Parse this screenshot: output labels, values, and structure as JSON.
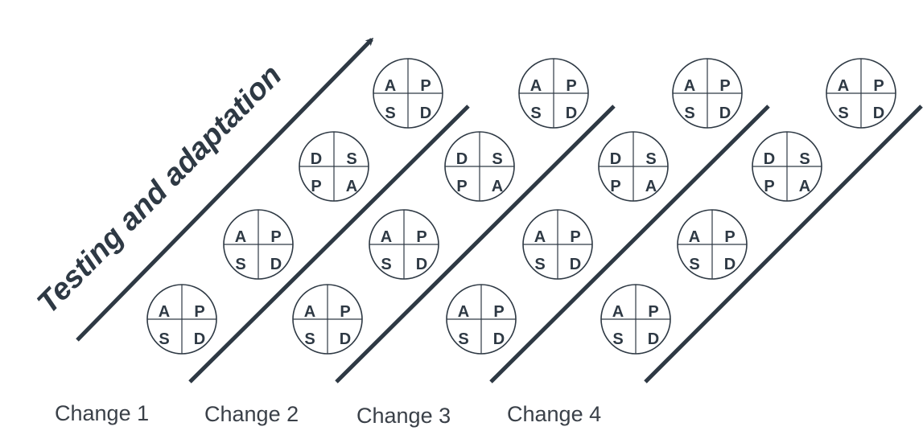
{
  "title": "Testing and adaptation",
  "changes": [
    "Change 1",
    "Change 2",
    "Change 3",
    "Change 4"
  ],
  "colors": {
    "line": "#2e3944",
    "text": "#3a4048"
  },
  "cycle_quadrants": {
    "apsd": [
      "A",
      "P",
      "S",
      "D"
    ],
    "dspa": [
      "D",
      "S",
      "P",
      "A"
    ]
  }
}
